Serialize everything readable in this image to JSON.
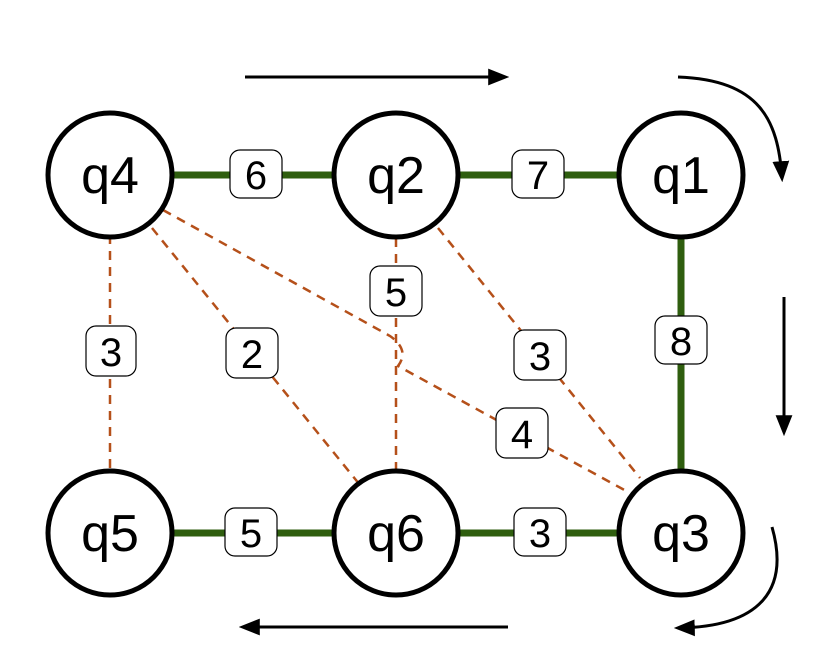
{
  "nodes": [
    {
      "id": "q4",
      "label": "q4"
    },
    {
      "id": "q2",
      "label": "q2"
    },
    {
      "id": "q1",
      "label": "q1"
    },
    {
      "id": "q5",
      "label": "q5"
    },
    {
      "id": "q6",
      "label": "q6"
    },
    {
      "id": "q3",
      "label": "q3"
    }
  ],
  "edges": [
    {
      "id": "q4-q2",
      "from": "q4",
      "to": "q2",
      "weight": "6",
      "style": "solid"
    },
    {
      "id": "q2-q1",
      "from": "q2",
      "to": "q1",
      "weight": "7",
      "style": "solid"
    },
    {
      "id": "q1-q3",
      "from": "q1",
      "to": "q3",
      "weight": "8",
      "style": "solid"
    },
    {
      "id": "q3-q6",
      "from": "q3",
      "to": "q6",
      "weight": "3",
      "style": "solid"
    },
    {
      "id": "q6-q5",
      "from": "q6",
      "to": "q5",
      "weight": "5",
      "style": "solid"
    },
    {
      "id": "q4-q5",
      "from": "q4",
      "to": "q5",
      "weight": "3",
      "style": "dashed"
    },
    {
      "id": "q4-q6",
      "from": "q4",
      "to": "q6",
      "weight": "2",
      "style": "dashed"
    },
    {
      "id": "q2-q6",
      "from": "q2",
      "to": "q6",
      "weight": "5",
      "style": "dashed"
    },
    {
      "id": "q4-q3",
      "from": "q4",
      "to": "q3",
      "weight": "4",
      "style": "dashed"
    },
    {
      "id": "q2-q3",
      "from": "q2",
      "to": "q3",
      "weight": "3",
      "style": "dashed"
    }
  ],
  "colors": {
    "tree_edge": "#2f5e0f",
    "non_tree_edge": "#b5501a",
    "node_stroke": "#000000",
    "arrow": "#000000"
  },
  "arrows": [
    "right-arrow-top",
    "curved-arrow-top-right",
    "down-arrow-right",
    "curved-arrow-bottom-right",
    "left-arrow-bottom"
  ]
}
